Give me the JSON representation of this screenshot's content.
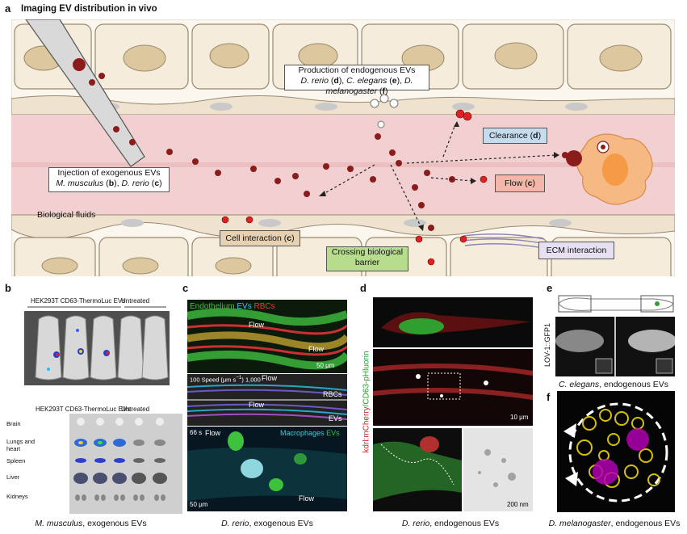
{
  "title": "Imaging EV distribution in vivo",
  "panel_letters": {
    "a": "a",
    "b": "b",
    "c": "c",
    "d": "d",
    "e": "e",
    "f": "f"
  },
  "panel_a": {
    "production": {
      "line1": "Production of endogenous EVs",
      "line2_pre": "D. rerio",
      "l2a": " (",
      "l2b": "d",
      "l2c": "), ",
      "sp2": "C. elegans",
      "l2d": " (",
      "l2e": "e",
      "l2f": "), ",
      "sp3": "D. melanogaster",
      "l2g": " (",
      "l2h": "f",
      "l2i": ")"
    },
    "injection": {
      "line1": "Injection of exogenous EVs",
      "sp1": "M. musculus",
      "a": " (",
      "b": "b",
      "c": "), ",
      "sp2": "D. rerio",
      "d": " (",
      "e": "c",
      "f": ")"
    },
    "clearance": {
      "text": "Clearance (",
      "letter": "d",
      "end": ")"
    },
    "flow": {
      "text": "Flow (",
      "letter": "c",
      "end": ")"
    },
    "cell_interaction": {
      "text": "Cell interaction (",
      "letter": "c",
      "end": ")"
    },
    "crossing": {
      "line1": "Crossing biological",
      "line2": "barrier"
    },
    "ecm": "ECM interaction",
    "fluids": "Biological fluids"
  },
  "panel_b": {
    "top_label_left": "HEK293T CD63-ThermoLuc EVs",
    "top_label_right": "Untreated",
    "bottom_label_left": "HEK293T CD63-ThermoLuc EVs",
    "bottom_label_right": "Untreated",
    "organs": [
      "Brain",
      "Lungs and heart",
      "Spleen",
      "Liver",
      "Kidneys"
    ],
    "caption_species": "M. musculus",
    "caption_rest": ", exogenous EVs"
  },
  "panel_c": {
    "legend_endo": "Endothelium",
    "legend_evs": "EVs",
    "legend_rbcs": "RBCs",
    "flow": "Flow",
    "scale1": "50 μm",
    "speed_label": "100 Speed (μm s",
    "speed_sup": "−1",
    "speed_end": ") 1,000",
    "rbcs": "RBCs",
    "evs": "EVs",
    "time": "66 s",
    "macro": "Macrophages",
    "macro_evs": "EVs",
    "scale2": "50 μm",
    "caption_species": "D. rerio",
    "caption_rest": ", exogenous EVs"
  },
  "panel_d": {
    "vertical_red": "kdrl:mCherry",
    "vertical_green": "/CD63-pHluorin",
    "scale1": "10 μm",
    "scale2": "200 nm",
    "caption_species": "D. rerio",
    "caption_rest": ", endogenous EVs"
  },
  "panel_e": {
    "vertical": "LOV-1::GFP1",
    "caption_species": "C. elegans",
    "caption_rest": ", endogenous EVs"
  },
  "panel_f": {
    "caption_species": "D. melanogaster",
    "caption_rest": ", endogenous EVs"
  },
  "colors": {
    "vessel": "#f2cfd0",
    "cell": "#f6ecdc",
    "nucleus": "#dcc79e",
    "ev": "#8a1c1c",
    "clearance_box": "#c5dcef",
    "flow_box": "#f4b6a8",
    "cell_box": "#e6d2b3",
    "crossing_box": "#b7dc8e",
    "ecm_box": "#e6e0f2"
  }
}
